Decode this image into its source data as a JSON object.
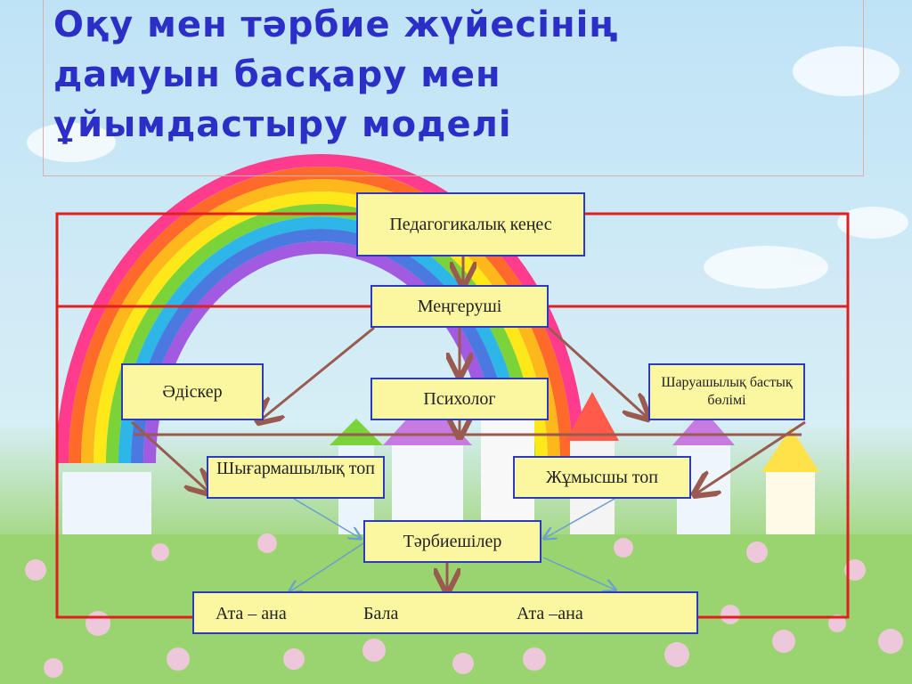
{
  "title": "Оқу мен тәрбие жүйесінің\nдамуын  басқару мен\nұйымдастыру моделі",
  "colors": {
    "title": "#2b2fc8",
    "box_fill": "#fbf7a0",
    "box_border": "#2a3bc0",
    "frame_red": "#e02020",
    "arrow_brown": "#9a5a50",
    "arrow_blue": "#6a9fd0"
  },
  "diagram": {
    "pedagogical_council": "Педагогикалық кеңес",
    "head": "Меңгеруші",
    "methodist": "Әдіскер",
    "psychologist": "Психолог",
    "household": "Шаруашылық бастық бөлімі",
    "creative_group": "Шығармашылық топ",
    "working_group": "Жұмысшы топ",
    "educators": "Тәрбиешілер",
    "bottom": {
      "parent_left": "Ата – ана",
      "child": "Бала",
      "parent_right": "Ата –ана"
    }
  }
}
